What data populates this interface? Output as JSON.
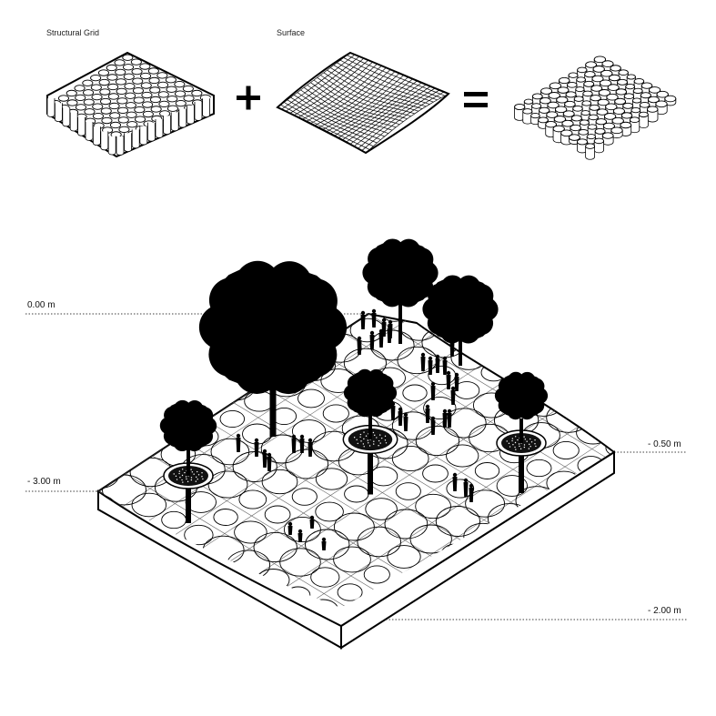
{
  "top": {
    "label_grid": "Structural Grid",
    "label_surface": "Surface",
    "op_plus": "+",
    "op_equals": "="
  },
  "levels": {
    "l0": "0.00 m",
    "l1": "- 0.50 m",
    "l2": "- 3.00 m",
    "l3": "- 2.00 m"
  },
  "colors": {
    "ink": "#000000",
    "paper": "#ffffff",
    "grid_line": "#555555"
  },
  "icons": [
    "tree-icon",
    "person-icon"
  ]
}
